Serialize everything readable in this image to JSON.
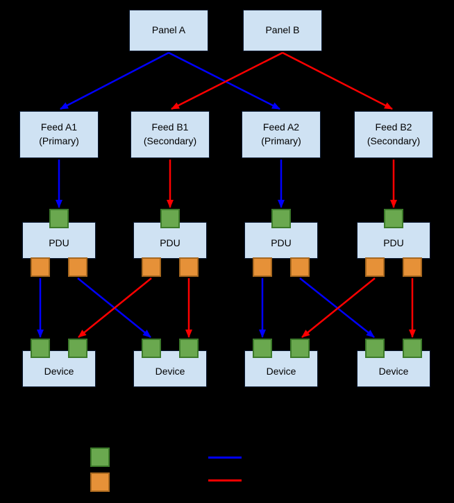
{
  "colors": {
    "background": "#000000",
    "node_fill": "#cfe2f3",
    "input_port": "#6aa84f",
    "output_port": "#e69138",
    "primary_path": "#0000ff",
    "secondary_path": "#ff0000"
  },
  "panels": [
    {
      "label": "Panel A"
    },
    {
      "label": "Panel B"
    }
  ],
  "feeds": [
    {
      "name": "Feed A1",
      "role": "(Primary)"
    },
    {
      "name": "Feed B1",
      "role": "(Secondary)"
    },
    {
      "name": "Feed A2",
      "role": "(Primary)"
    },
    {
      "name": "Feed B2",
      "role": "(Secondary)"
    }
  ],
  "pdus": [
    {
      "label": "PDU"
    },
    {
      "label": "PDU"
    },
    {
      "label": "PDU"
    },
    {
      "label": "PDU"
    }
  ],
  "devices": [
    {
      "label": "Device"
    },
    {
      "label": "Device"
    },
    {
      "label": "Device"
    },
    {
      "label": "Device"
    }
  ],
  "connections": {
    "panel_to_feed": [
      {
        "from": "Panel A",
        "to": "Feed A1",
        "color": "#0000ff"
      },
      {
        "from": "Panel A",
        "to": "Feed A2",
        "color": "#0000ff"
      },
      {
        "from": "Panel B",
        "to": "Feed B1",
        "color": "#ff0000"
      },
      {
        "from": "Panel B",
        "to": "Feed B2",
        "color": "#ff0000"
      }
    ],
    "feed_to_pdu": [
      {
        "from": "Feed A1",
        "to": "PDU 1",
        "color": "#0000ff"
      },
      {
        "from": "Feed B1",
        "to": "PDU 2",
        "color": "#ff0000"
      },
      {
        "from": "Feed A2",
        "to": "PDU 3",
        "color": "#0000ff"
      },
      {
        "from": "Feed B2",
        "to": "PDU 4",
        "color": "#ff0000"
      }
    ],
    "pdu_to_device": [
      {
        "from": "PDU 1 left",
        "to": "Device 1 left",
        "color": "#0000ff"
      },
      {
        "from": "PDU 1 right",
        "to": "Device 2 left",
        "color": "#0000ff"
      },
      {
        "from": "PDU 2 left",
        "to": "Device 1 right",
        "color": "#ff0000"
      },
      {
        "from": "PDU 2 right",
        "to": "Device 2 right",
        "color": "#ff0000"
      },
      {
        "from": "PDU 3 left",
        "to": "Device 3 left",
        "color": "#0000ff"
      },
      {
        "from": "PDU 3 right",
        "to": "Device 4 left",
        "color": "#0000ff"
      },
      {
        "from": "PDU 4 left",
        "to": "Device 3 right",
        "color": "#ff0000"
      },
      {
        "from": "PDU 4 right",
        "to": "Device 4 right",
        "color": "#ff0000"
      }
    ]
  },
  "legend": {
    "input_swatch_color": "#6aa84f",
    "output_swatch_color": "#e69138",
    "primary_line_color": "#0000ff",
    "secondary_line_color": "#ff0000"
  }
}
